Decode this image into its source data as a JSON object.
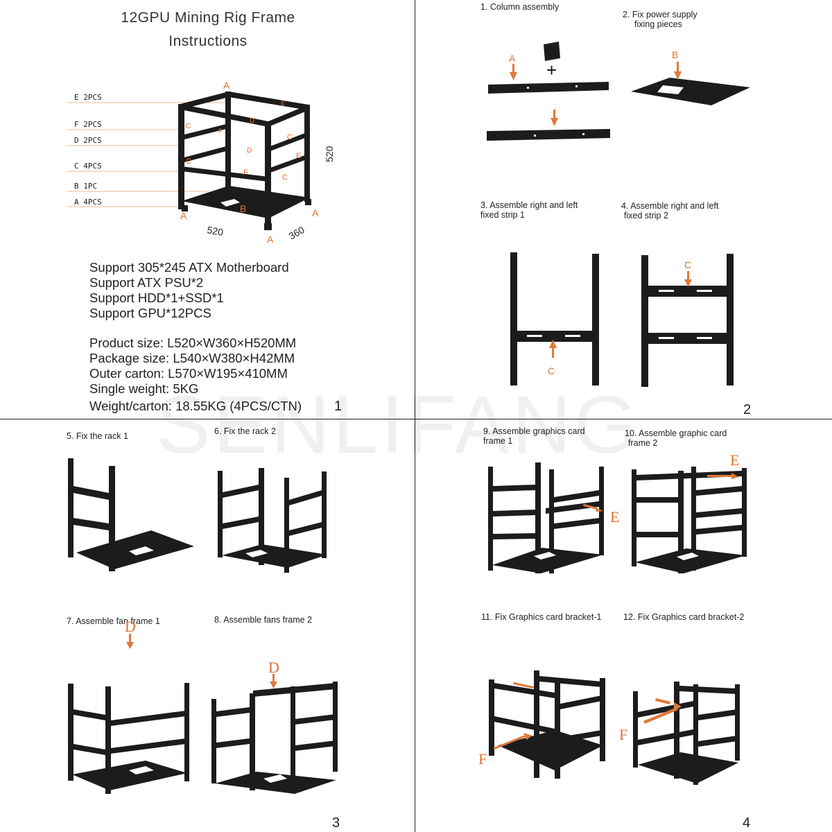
{
  "panel1": {
    "title_line1": "12GPU Mining Rig Frame",
    "title_line2": "Instructions",
    "parts": [
      {
        "label": "E 2PCS"
      },
      {
        "label": "F 2PCS"
      },
      {
        "label": "D 2PCS"
      },
      {
        "label": "C 4PCS"
      },
      {
        "label": "B 1PC"
      },
      {
        "label": "A 4PCS"
      }
    ],
    "dims": {
      "width": "520",
      "depth": "360",
      "height": "520"
    },
    "diagram_letters": {
      "a": "A",
      "b": "B",
      "c": "C",
      "d": "D",
      "e": "E",
      "f": "F"
    },
    "support": [
      "Support 305*245 ATX Motherboard",
      "Support ATX PSU*2",
      "Support HDD*1+SSD*1",
      "Support GPU*12PCS"
    ],
    "sizes": [
      "Product size: L520×W360×H520MM",
      "Package size: L540×W380×H42MM",
      "Outer carton: L570×W195×410MM",
      "Single weight: 5KG",
      "Weight/carton: 18.55KG (4PCS/CTN)"
    ],
    "page_number": "1"
  },
  "panel2": {
    "step1": "1. Column assembly",
    "step2_line1": "2. Fix power supply",
    "step2_line2": "fixing pieces",
    "step3_line1": "3. Assemble right and left",
    "step3_line2": "fixed strip 1",
    "step4_line1": "4. Assemble right and left",
    "step4_line2": "fixed strip 2",
    "letter_a": "A",
    "letter_b": "B",
    "letter_c": "C",
    "plus": "+",
    "page_number": "2"
  },
  "panel3": {
    "step5": "5. Fix the rack 1",
    "step6": "6. Fix the rack 2",
    "step7": "7. Assemble fan frame 1",
    "step8": "8. Assemble fans frame 2",
    "letter_d": "D",
    "page_number": "3"
  },
  "panel4": {
    "step9_line1": "9. Assemble graphics card",
    "step9_line2": "frame 1",
    "step10_line1": "10. Assemble graphic card",
    "step10_line2": "frame 2",
    "step11": "11. Fix Graphics card bracket-1",
    "step12": "12. Fix Graphics card bracket-2",
    "letter_e": "E",
    "letter_f": "F",
    "page_number": "4"
  },
  "watermark": "SENLIFANG",
  "colors": {
    "accent": "#e0793a",
    "frame": "#1c1c1c",
    "divider": "#222222"
  }
}
